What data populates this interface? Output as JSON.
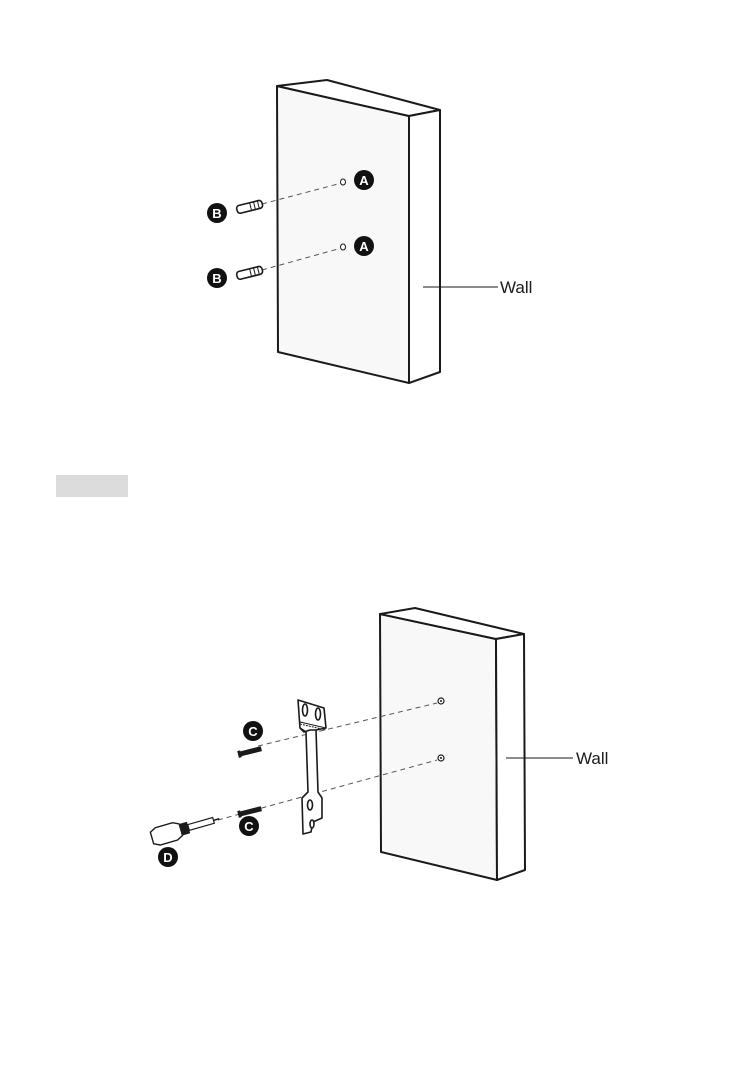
{
  "step1": {
    "part_a": "A",
    "part_b": "B",
    "wall_label": "Wall"
  },
  "step_marker": {
    "color": "#dcdcdc"
  },
  "step2": {
    "part_c": "C",
    "part_d": "D",
    "wall_label": "Wall"
  }
}
